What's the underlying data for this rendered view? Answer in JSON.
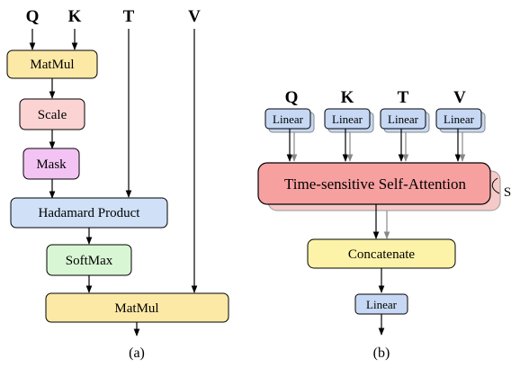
{
  "panel_a": {
    "inputs": {
      "q": "Q",
      "k": "K",
      "t": "T",
      "v": "V"
    },
    "matmul_top": "MatMul",
    "scale": "Scale",
    "mask": "Mask",
    "hadamard": "Hadamard Product",
    "softmax": "SoftMax",
    "matmul_bottom": "MatMul",
    "caption": "(a)"
  },
  "panel_b": {
    "inputs": {
      "q": "Q",
      "k": "K",
      "t": "T",
      "v": "V"
    },
    "linear": [
      "Linear",
      "Linear",
      "Linear",
      "Linear"
    ],
    "attention": "Time-sensitive Self-Attention",
    "stack_label": "S",
    "concatenate": "Concatenate",
    "linear_out": "Linear",
    "caption": "(b)"
  },
  "colors": {
    "yellow": "#fde9a6",
    "pink": "#fbd3d3",
    "violet": "#f3c4f3",
    "blue": "#cfe0f7",
    "green": "#d9f6d4",
    "attention": "#f7a0a0",
    "attention_shadow": "#f6c9c9",
    "concat": "#fdf3a8",
    "linear": "#c6d8f3"
  }
}
